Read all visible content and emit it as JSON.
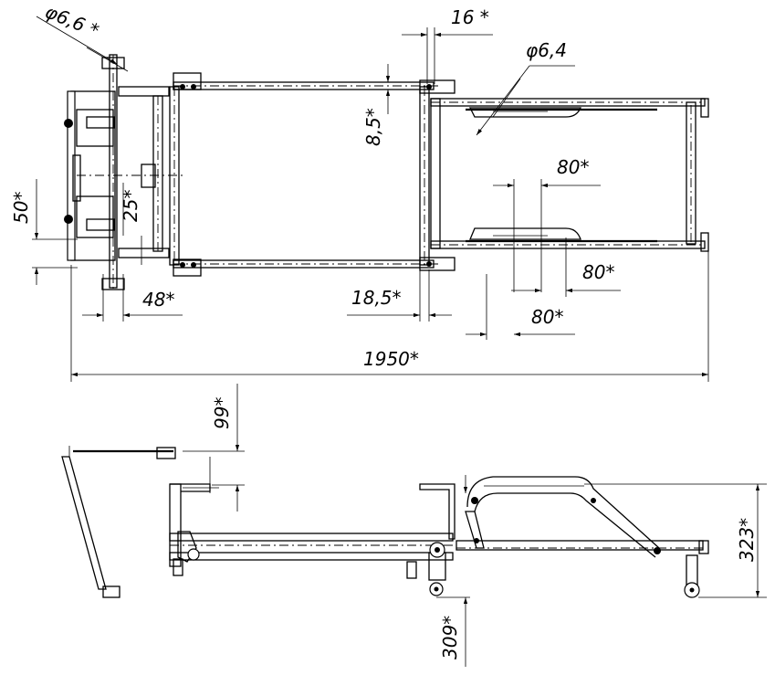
{
  "dimensions": {
    "d66": "φ6,6 *",
    "d16": "16 *",
    "d64": "φ6,4",
    "d85": "8,5*",
    "d80a": "80*",
    "d50": "50*",
    "d25": "25*",
    "d80b": "80*",
    "d48": "48*",
    "d185": "18,5*",
    "d80c": "80*",
    "d1950": "1950*",
    "d99": "99*",
    "d323": "323*",
    "d309": "309*"
  }
}
